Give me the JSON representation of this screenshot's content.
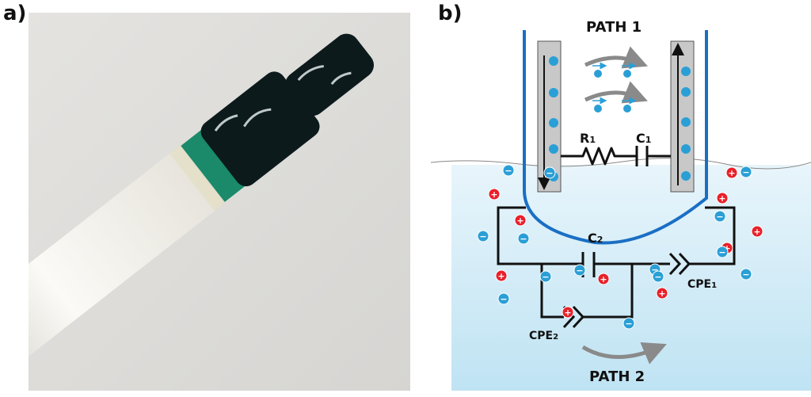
{
  "panels": {
    "a": {
      "label": "a)"
    },
    "b": {
      "label": "b)"
    }
  },
  "diagram": {
    "path1_label": "PATH 1",
    "path2_label": "PATH 2",
    "r1": {
      "main": "R",
      "sub": "1"
    },
    "c1": {
      "main": "C",
      "sub": "1"
    },
    "c2": {
      "main": "C",
      "sub": "2"
    },
    "cpe1": {
      "main": "CPE",
      "sub": "1"
    },
    "cpe2": {
      "main": "CPE",
      "sub": "2"
    },
    "plus_sign": "+",
    "minus_sign": "−"
  },
  "colors": {
    "electrolyte": "#bfe3f3",
    "container_blue": "#1a6fc4",
    "electrode_gray": "#c8c8c8",
    "cation_red": "#e8202a",
    "anion_blue": "#2a9fd6",
    "path_arrow_gray": "#8a8a8a",
    "ink": "#111111",
    "tube_white": "#f4f2ec",
    "coating_dark": "#0c1a1c",
    "coating_green": "#1a8a6a"
  }
}
